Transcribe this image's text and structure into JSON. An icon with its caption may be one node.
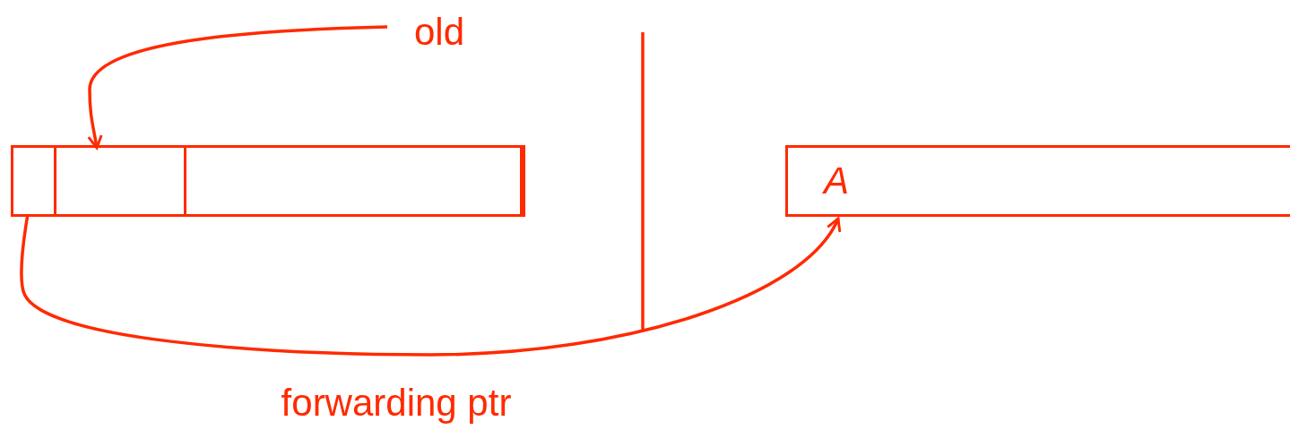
{
  "diagram": {
    "nodes": [
      {
        "text": [
          "old"
        ]
      },
      {
        "text": [],
        "shape": "bar"
      },
      {
        "text": [],
        "shape": "box",
        "in": 1
      },
      {
        "text": [],
        "shape": "box",
        "in": 1
      },
      {
        "text": [],
        "shape": "box",
        "in": 1
      },
      {
        "text": [
          "A"
        ]
      }
    ],
    "edges": [
      {
        "from": 0,
        "to": 3,
        "arrow": "to"
      },
      {
        "from": 2,
        "to": 5,
        "arrow": "to",
        "label": "forwarding ptr"
      }
    ]
  }
}
